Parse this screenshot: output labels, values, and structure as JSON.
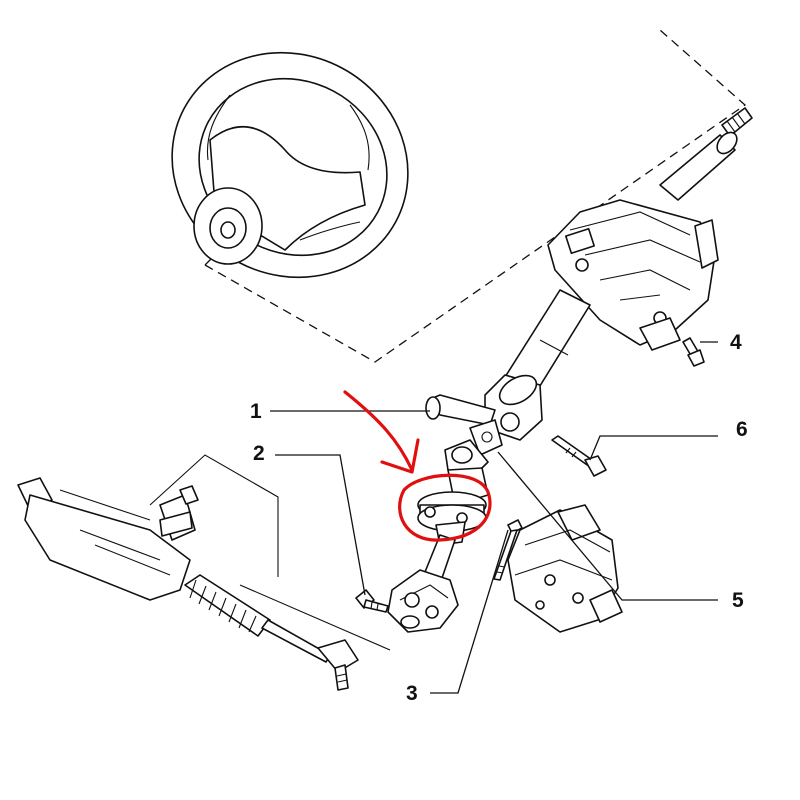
{
  "diagram": {
    "callouts": [
      {
        "id": "c1",
        "label": "1",
        "part": "steering-column-lever-and-joint"
      },
      {
        "id": "c2",
        "label": "2",
        "part": "pinch-bolt"
      },
      {
        "id": "c3",
        "label": "3",
        "part": "long-bolt"
      },
      {
        "id": "c4",
        "label": "4",
        "part": "column-mounting-bolt"
      },
      {
        "id": "c5",
        "label": "5",
        "part": "electric-power-steering-module"
      },
      {
        "id": "c6",
        "label": "6",
        "part": "hex-bolt"
      }
    ],
    "annotation": {
      "type": "hand-drawn-arrow-and-circle",
      "color": "#e01010",
      "highlights": "universal-joint-coupling"
    },
    "colors": {
      "line_art": "#111111",
      "background": "#ffffff",
      "annotation": "#e01010"
    }
  }
}
